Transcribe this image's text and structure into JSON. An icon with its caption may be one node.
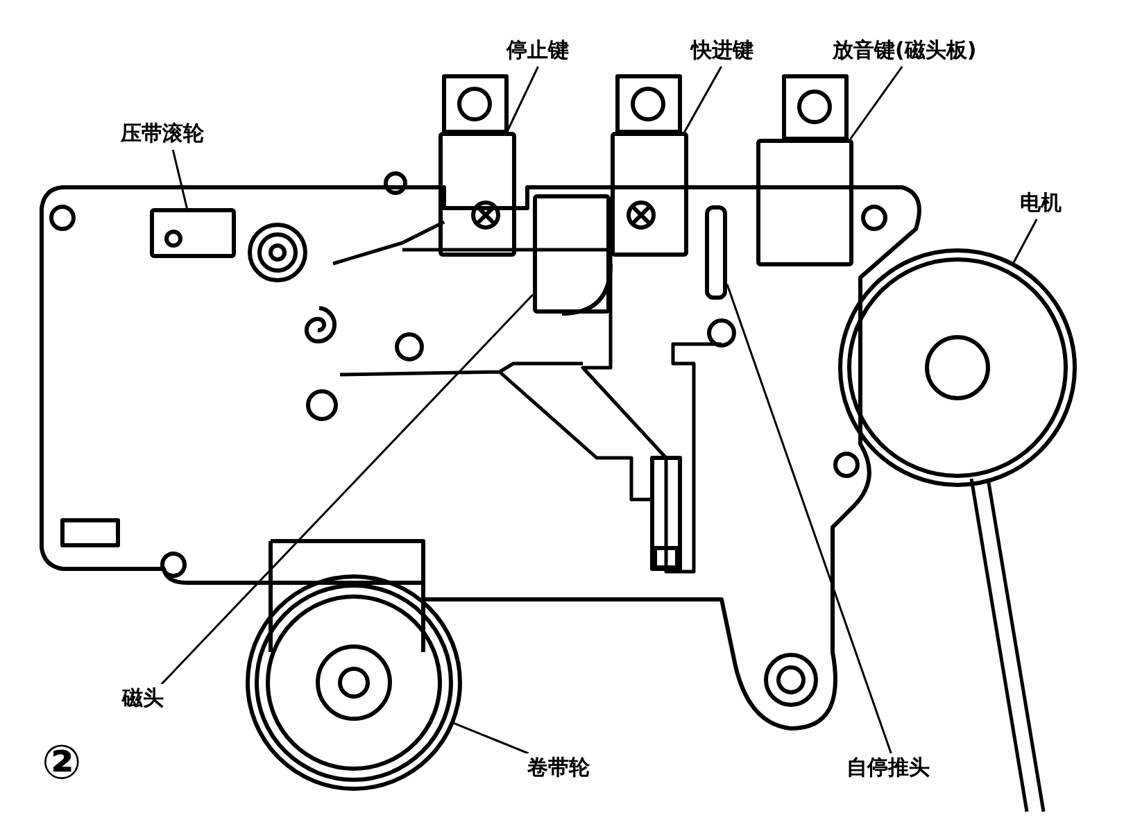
{
  "diagram": {
    "nodes": [
      {
        "text": [
          "压带滚轮"
        ]
      },
      {
        "text": [
          "停止键"
        ]
      },
      {
        "text": [
          "快进键"
        ]
      },
      {
        "text": [
          "放音键(磁头板)"
        ]
      },
      {
        "text": [
          "电机"
        ]
      },
      {
        "text": [
          "磁头"
        ]
      },
      {
        "text": [
          "卷带轮"
        ]
      },
      {
        "text": [
          "自停推头"
        ]
      },
      {
        "text": [],
        "shape": "box"
      },
      {
        "text": [],
        "shape": "box"
      },
      {
        "text": [],
        "shape": "box"
      },
      {
        "text": [],
        "shape": "box"
      },
      {
        "text": [],
        "shape": "circle"
      },
      {
        "text": [],
        "shape": "box"
      },
      {
        "text": [],
        "shape": "circle"
      },
      {
        "text": [],
        "shape": "bar"
      }
    ],
    "edges": [
      {
        "from": 0,
        "to": 8,
        "arrow": "none"
      },
      {
        "from": 1,
        "to": 9,
        "arrow": "none"
      },
      {
        "from": 2,
        "to": 10,
        "arrow": "none"
      },
      {
        "from": 3,
        "to": 11,
        "arrow": "none"
      },
      {
        "from": 4,
        "to": 12,
        "arrow": "none"
      },
      {
        "from": 5,
        "to": 13,
        "arrow": "none"
      },
      {
        "from": 6,
        "to": 14,
        "arrow": "none"
      },
      {
        "from": 7,
        "to": 15,
        "arrow": "none"
      }
    ],
    "labels": [
      "②"
    ]
  }
}
